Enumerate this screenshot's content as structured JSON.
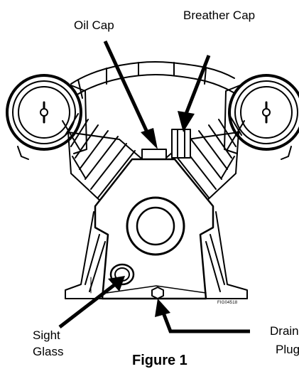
{
  "labels": {
    "oil_cap": "Oil Cap",
    "breather_cap": "Breather Cap",
    "sight_glass_line1": "Sight",
    "sight_glass_line2": "Glass",
    "drain_plug_line1": "Drain",
    "drain_plug_line2": "Plug"
  },
  "figure_code": "FIG04518",
  "caption": "Figure 1",
  "colors": {
    "ink": "#000000",
    "paper": "#ffffff"
  }
}
